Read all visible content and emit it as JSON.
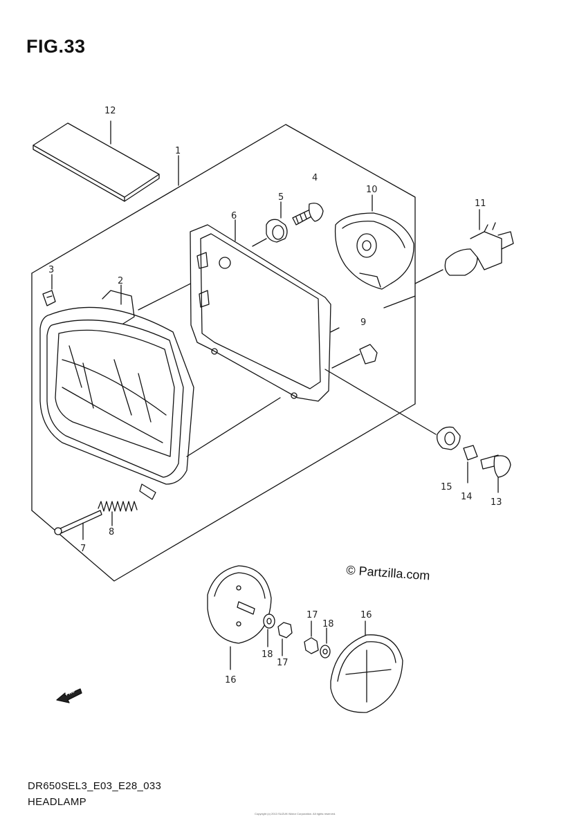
{
  "figure": {
    "title": "FIG.33"
  },
  "labels": {
    "n1": "1",
    "n2": "2",
    "n3": "3",
    "n4": "4",
    "n5": "5",
    "n6": "6",
    "n7": "7",
    "n8": "8",
    "n9": "9",
    "n10": "10",
    "n11": "11",
    "n12": "12",
    "n13": "13",
    "n14": "14",
    "n15": "15",
    "n16a": "16",
    "n16b": "16",
    "n17a": "17",
    "n17b": "17",
    "n18a": "18",
    "n18b": "18"
  },
  "watermark": "© Partzilla.com",
  "direction_marker": "FWD",
  "footer": {
    "code": "DR650SEL3_E03_E28_033",
    "name": "HEADLAMP",
    "small_print": "Copyright (c) 2013 SUZUKI Motor Corporation. All rights reserved."
  }
}
